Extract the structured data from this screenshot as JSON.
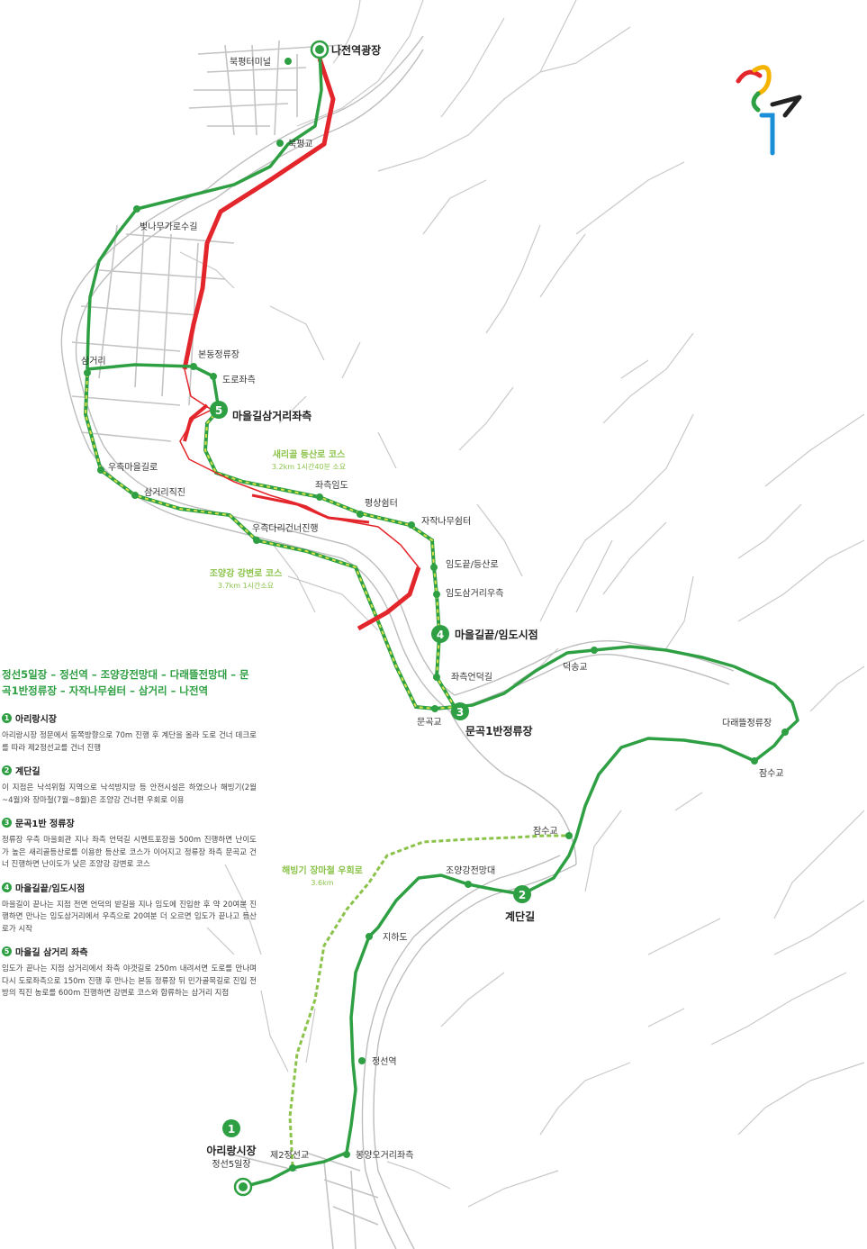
{
  "route_summary": "정선5일장 – 정선역 – 조양강전망대 – 다래뜰전망대 – 문곡1반정류장 – 자작나무쉼터 – 삼거리 – 나전역",
  "start": {
    "number": "1",
    "title": "아리랑시장",
    "subtitle": "정선5일장"
  },
  "end": {
    "title": "나전역광장"
  },
  "numbered_points": [
    {
      "number": "2",
      "label": "계단길"
    },
    {
      "number": "3",
      "label": "문곡1반정류장"
    },
    {
      "number": "4",
      "label": "마을길끝/임도시점"
    },
    {
      "number": "5",
      "label": "마을길삼거리좌측"
    }
  ],
  "places": {
    "bukpyeong_terminal": "북평터미널",
    "bukpyeong_bridge": "북평교",
    "cherry_street": "벚나무가로수길",
    "samgeori": "삼거리",
    "bondong_stop": "본동정류장",
    "road_right": "도로좌측",
    "right_village_road": "우측마을길로",
    "samgeori_straight": "삼거리직진",
    "right_bridge_cross": "우측다리건너진행",
    "left_forest_road": "좌측임도",
    "pyeongsang_rest": "평상쉼터",
    "birch_rest": "자작나무쉼터",
    "forest_end": "임도끝/등산로",
    "forest_junction_right": "임도삼거리우측",
    "left_hill_road": "좌측언덕길",
    "mungok_bridge": "문곡교",
    "deoksong_bridge": "덕송교",
    "daraetteul_stop": "다래뜰정류장",
    "jamsu_bridge_1": "잠수교",
    "jamsu_bridge_2": "잠수교",
    "joyang_view": "조양강전망대",
    "underpass": "지하도",
    "jeongseon_station": "정선역",
    "bongyang_junction": "봉양오거리좌측",
    "second_jeongseon_bridge": "제2정선교"
  },
  "courses": {
    "saerigol": {
      "title": "새리골 등산로 코스",
      "sub": "3.2km  1시간40분 소요"
    },
    "joyang_river": {
      "title": "조양강 강변로 코스",
      "sub": "3.7km  1시간소요"
    },
    "detour": {
      "title": "해빙기 장마철 우회로",
      "sub": "3.6km"
    }
  },
  "stops": [
    {
      "number": "1",
      "title": "아리랑시장",
      "desc": "아리랑시장 정문에서 동쪽방향으로 70m 진행 후 계단을 올라 도로 건너 데크로를 따라 제2정선교를 건너 진행"
    },
    {
      "number": "2",
      "title": "계단길",
      "desc": "이 지점은 낙석위험 지역으로 낙석방지망 등 안전시설은 하였으나 해빙기(2월~4월)와 장마철(7월~8월)은 조양강 건너편 우회로 이용"
    },
    {
      "number": "3",
      "title": "문곡1반 정류장",
      "desc": "정류장 우측 마을회관 지나 좌측 언덕길 시멘트포장을 500m 진행하면 난이도가 높은 새리골등산로를 이용한 등산로 코스가 이어지고 정류장 좌측 문곡교 건너 진행하면 난이도가 낮은 조양강 강변로 코스"
    },
    {
      "number": "4",
      "title": "마을길끝/임도시점",
      "desc": "마을길이 끝나는 지점 전면 언덕의 밭길을 지나 임도에 진입한 후 약 20여분 진행하면 만나는 임도삼거리에서 우측으로 20여분 더 오르면 임도가 끝나고 등산로가 시작"
    },
    {
      "number": "5",
      "title": "마을길 삼거리 좌측",
      "desc": "임도가 끝나는 지점 삼거리에서 좌측 야갯길로 250m 내려서면 도로를 만나며 다시 도로좌측으로 150m 진행 후 만나는 본동 정류장 뒤 민가골목길로 진입 전방의 직진 농로를 600m 진행하면 강변로 코스와 합류하는 삼거리 지점"
    }
  ],
  "colors": {
    "route_green": "#2ea043",
    "light_green": "#8bc34a",
    "red_route": "#e3262b",
    "road_gray": "#bbbbbb"
  }
}
